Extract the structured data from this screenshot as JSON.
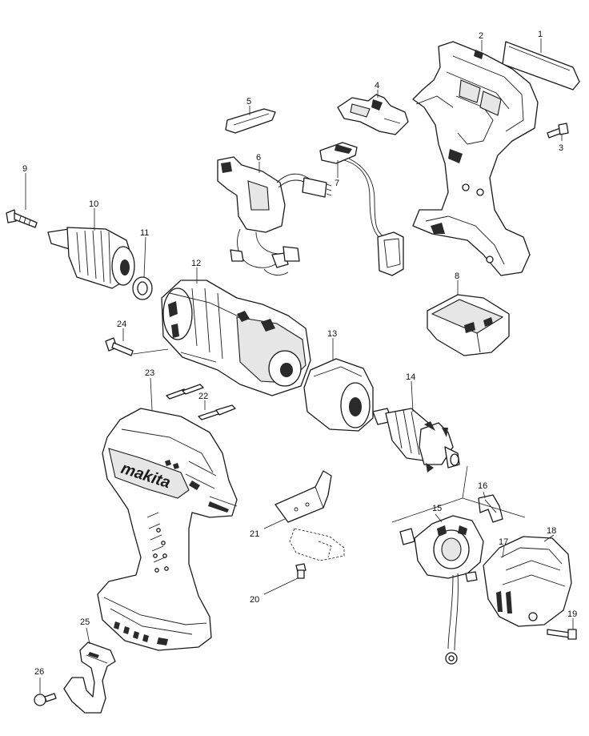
{
  "diagram": {
    "brand_text": "makita",
    "callouts": [
      "1",
      "2",
      "3",
      "4",
      "5",
      "6",
      "7",
      "8",
      "9",
      "10",
      "11",
      "12",
      "13",
      "14",
      "15",
      "16",
      "17",
      "18",
      "19",
      "20",
      "21",
      "22",
      "23",
      "24",
      "25",
      "26"
    ]
  }
}
